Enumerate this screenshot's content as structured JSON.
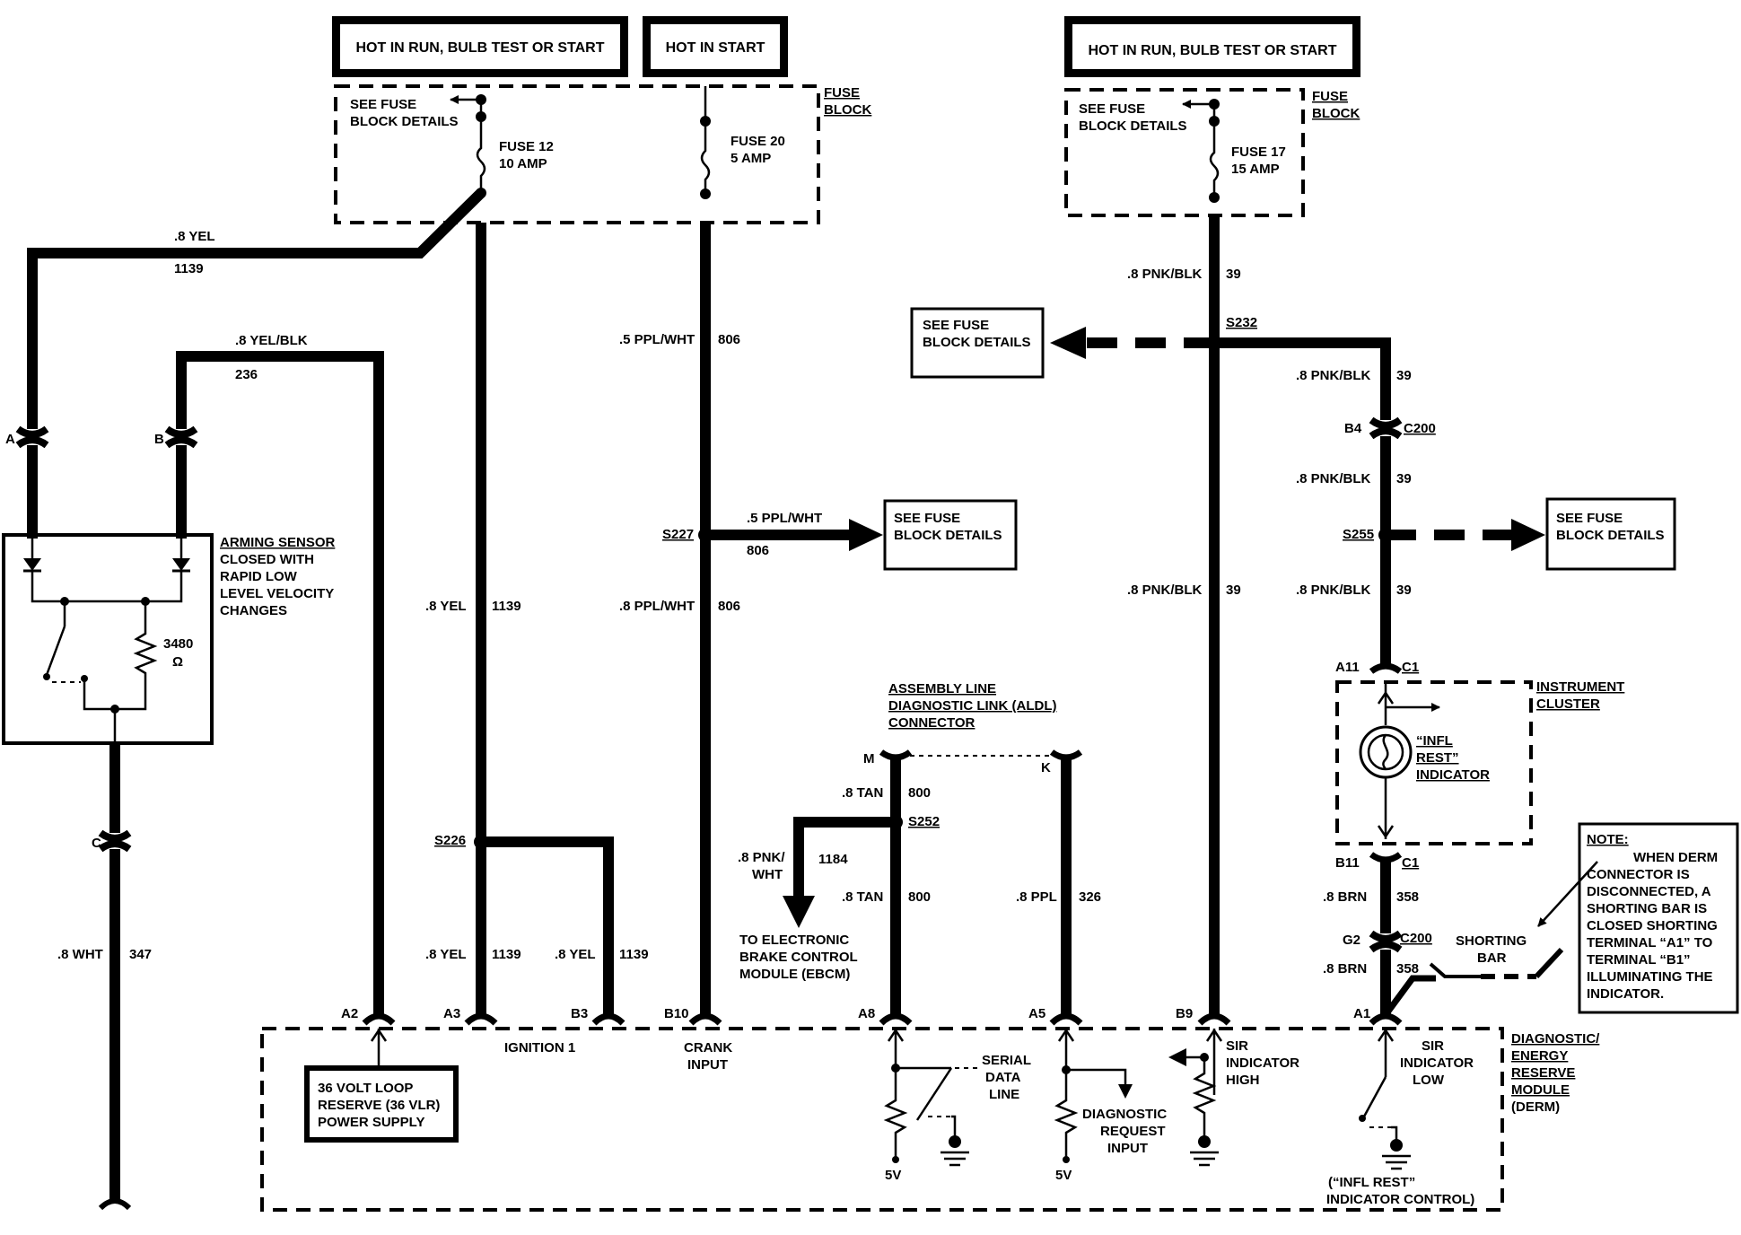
{
  "headers": {
    "h1": "HOT IN RUN, BULB TEST OR START",
    "h2": "HOT IN START",
    "h3": "HOT IN RUN, BULB TEST OR START"
  },
  "fuse_block_label": [
    "FUSE",
    "BLOCK"
  ],
  "see_fuse_block_details": [
    "SEE FUSE",
    "BLOCK DETAILS"
  ],
  "fuses": {
    "f12": [
      "FUSE 12",
      "10 AMP"
    ],
    "f20": [
      "FUSE 20",
      "5 AMP"
    ],
    "f17": [
      "FUSE 17",
      "15 AMP"
    ]
  },
  "wires": {
    "yel_8": ".8 YEL",
    "yel_blk_8": ".8 YEL/BLK",
    "ppl_wht_5": ".5 PPL/WHT",
    "ppl_wht_8": ".8 PPL/WHT",
    "pnk_blk_8": ".8 PNK/BLK",
    "wht_8": ".8 WHT",
    "tan_8": ".8 TAN",
    "pnk_8": ".8 PNK/",
    "wht_word": "WHT",
    "ppl_8": ".8 PPL",
    "brn_8": ".8 BRN"
  },
  "circuits": {
    "c1139": "1139",
    "c236": "236",
    "c806": "806",
    "c39": "39",
    "c347": "347",
    "c800": "800",
    "c1184": "1184",
    "c326": "326",
    "c358": "358"
  },
  "splices": {
    "s226": "S226",
    "s227": "S227",
    "s232": "S232",
    "s252": "S252",
    "s255": "S255"
  },
  "connectors": {
    "A": "A",
    "B": "B",
    "C": "C",
    "B4": "B4",
    "C200": "C200",
    "A11": "A11",
    "C1": "C1",
    "B11": "B11",
    "G2": "G2",
    "M": "M",
    "K": "K",
    "A2": "A2",
    "A3": "A3",
    "B3": "B3",
    "B10": "B10",
    "A8": "A8",
    "A5": "A5",
    "B9": "B9",
    "A1": "A1"
  },
  "arming_sensor": [
    "ARMING SENSOR",
    "CLOSED WITH",
    "RAPID LOW",
    "LEVEL VELOCITY",
    "CHANGES"
  ],
  "resistor": {
    "value": "3480",
    "unit": "Ω"
  },
  "aldl": [
    "ASSEMBLY LINE",
    "DIAGNOSTIC LINK (ALDL)",
    "CONNECTOR"
  ],
  "ebcm": [
    "TO ELECTRONIC",
    "BRAKE CONTROL",
    "MODULE (EBCM)"
  ],
  "instrument_cluster": [
    "INSTRUMENT",
    "CLUSTER"
  ],
  "indicator": [
    "“INFL",
    "REST”",
    "INDICATOR"
  ],
  "note": {
    "title": "NOTE:",
    "lines": [
      "WHEN DERM",
      "CONNECTOR IS",
      "DISCONNECTED, A",
      "SHORTING BAR IS",
      "CLOSED SHORTING",
      "TERMINAL “A1” TO",
      "TERMINAL “B1”",
      "ILLUMINATING THE",
      "INDICATOR."
    ]
  },
  "shorting_bar": [
    "SHORTING",
    "BAR"
  ],
  "derm": {
    "label": [
      "DIAGNOSTIC/",
      "ENERGY",
      "RESERVE",
      "MODULE",
      "(DERM)"
    ],
    "ignition": "IGNITION 1",
    "crank": [
      "CRANK",
      "INPUT"
    ],
    "serial": [
      "SERIAL",
      "DATA",
      "LINE"
    ],
    "diag_req": [
      "DIAGNOSTIC",
      "REQUEST",
      "INPUT"
    ],
    "sir_high": [
      "SIR",
      "INDICATOR",
      "HIGH"
    ],
    "sir_low": [
      "SIR",
      "INDICATOR",
      "LOW"
    ],
    "vlr": [
      "36 VOLT LOOP",
      "RESERVE (36 VLR)",
      "POWER SUPPLY"
    ],
    "v5": "5V",
    "infl_control": [
      "(“INFL REST”",
      "INDICATOR CONTROL)"
    ]
  }
}
